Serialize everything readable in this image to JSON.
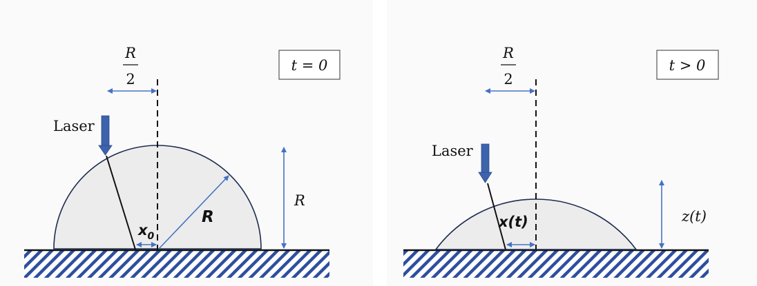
{
  "colors": {
    "background": "#ffffff",
    "panel_background": "#fafafa",
    "droplet_fill": "#ececec",
    "droplet_outline": "#1d2b4f",
    "arrow_blue": "#4472c4",
    "laser_blue": "#3d63ad",
    "hatch": "#2e4f9e",
    "ink": "#111111"
  },
  "left": {
    "time_box": "t = 0",
    "fraction_numerator": "R",
    "fraction_denominator": "2",
    "laser_label": "Laser",
    "radius_label": "R",
    "height_label": "R",
    "offset_label": "x",
    "offset_subscript": "0"
  },
  "right": {
    "time_box": "t > 0",
    "fraction_numerator": "R",
    "fraction_denominator": "2",
    "laser_label": "Laser",
    "offset_label": "x(t)",
    "height_label": "z(t)"
  }
}
